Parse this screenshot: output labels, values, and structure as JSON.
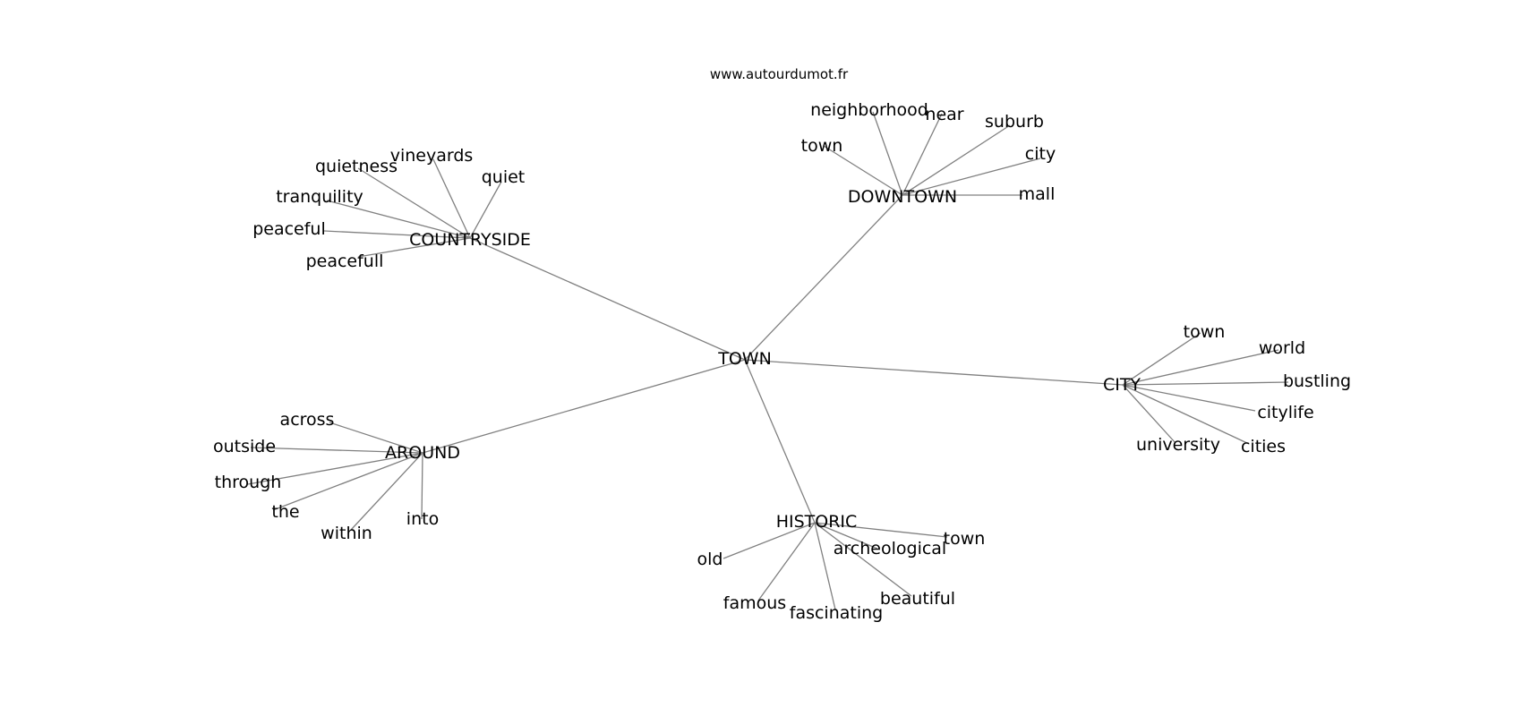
{
  "source": "www.autourdumot.fr",
  "root": "TOWN",
  "clusters": [
    {
      "label": "COUNTRYSIDE",
      "children": [
        "quietness",
        "vineyards",
        "quiet",
        "tranquility",
        "peaceful",
        "peacefull"
      ]
    },
    {
      "label": "DOWNTOWN",
      "children": [
        "neighborhood",
        "near",
        "suburb",
        "town",
        "city",
        "mall"
      ]
    },
    {
      "label": "CITY",
      "children": [
        "town",
        "world",
        "bustling",
        "citylife",
        "cities",
        "university"
      ]
    },
    {
      "label": "AROUND",
      "children": [
        "across",
        "outside",
        "through",
        "the",
        "within",
        "into"
      ]
    },
    {
      "label": "HISTORIC",
      "children": [
        "town",
        "archeological",
        "beautiful",
        "fascinating",
        "famous",
        "old"
      ]
    }
  ]
}
